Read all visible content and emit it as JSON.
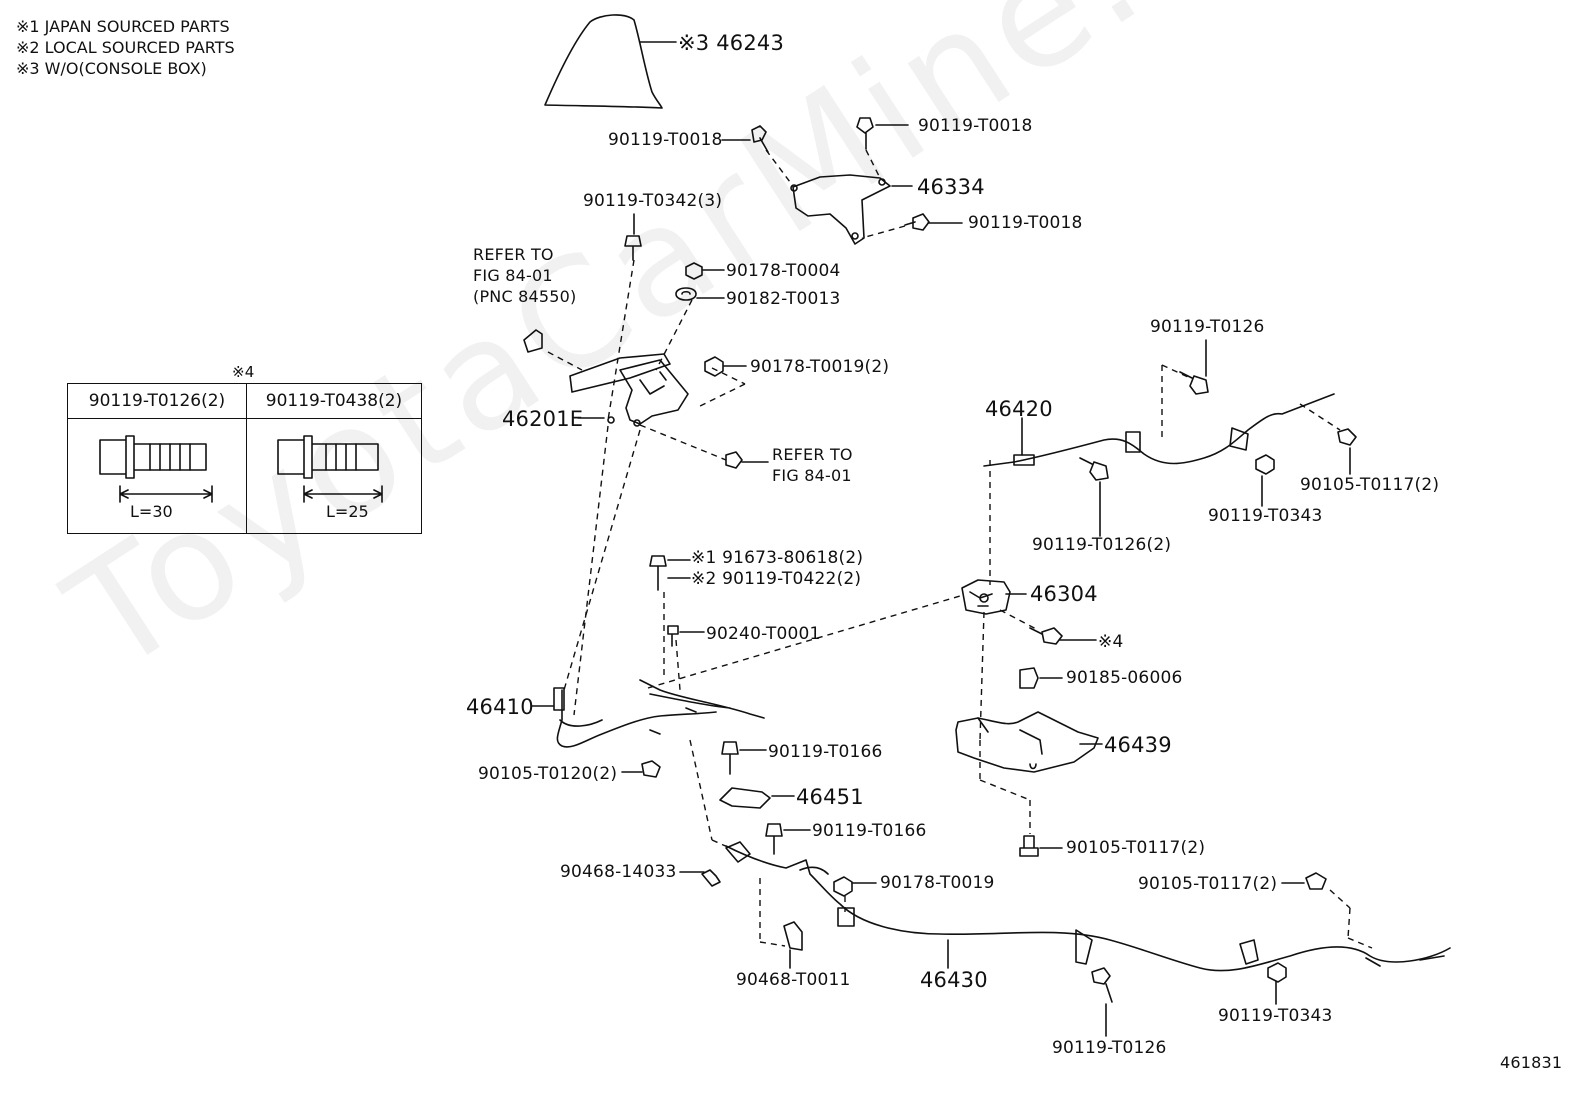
{
  "legend": [
    "※1 JAPAN SOURCED PARTS",
    "※2 LOCAL SOURCED PARTS",
    "※3 W/O(CONSOLE BOX)"
  ],
  "watermark": "ToyotaCarMine.ru",
  "figure_number": "461831",
  "detail_table": {
    "mark": "※4",
    "col1_header": "90119-T0126(2)",
    "col2_header": "90119-T0438(2)",
    "col1_length": "L=30",
    "col2_length": "L=25"
  },
  "notes": {
    "refer_pnc_line1": "REFER TO",
    "refer_pnc_line2": "FIG 84-01",
    "refer_pnc_line3": "(PNC 84550)",
    "refer_fig_line1": "REFER TO",
    "refer_fig_line2": "FIG 84-01",
    "mark4": "※4"
  },
  "parts": {
    "p46243": "※3 46243",
    "p90119_t0018_a": "90119-T0018",
    "p90119_t0018_b": "90119-T0018",
    "p90119_t0018_c": "90119-T0018",
    "p46334": "46334",
    "p90119_t0342": "90119-T0342(3)",
    "p90178_t0004": "90178-T0004",
    "p90182_t0013": "90182-T0013",
    "p90178_t0019_2": "90178-T0019(2)",
    "p46201e": "46201E",
    "p90119_t0126_top": "90119-T0126",
    "p46420": "46420",
    "p90119_t0126_2": "90119-T0126(2)",
    "p90119_t0343_a": "90119-T0343",
    "p90105_t0117_2a": "90105-T0117(2)",
    "p91673": "※1 91673-80618(2)",
    "p90119_t0422": "※2 90119-T0422(2)",
    "p46304": "46304",
    "p90240": "90240-T0001",
    "p90185": "90185-06006",
    "p46410": "46410",
    "p46439": "46439",
    "p90119_t0166_a": "90119-T0166",
    "p90105_t0120": "90105-T0120(2)",
    "p46451": "46451",
    "p90119_t0166_b": "90119-T0166",
    "p90105_t0117_2b": "90105-T0117(2)",
    "p90468_14033": "90468-14033",
    "p90178_t0019": "90178-T0019",
    "p90105_t0117_2c": "90105-T0117(2)",
    "p90468_t0011": "90468-T0011",
    "p46430": "46430",
    "p90119_t0343_b": "90119-T0343",
    "p90119_t0126_bot": "90119-T0126"
  }
}
